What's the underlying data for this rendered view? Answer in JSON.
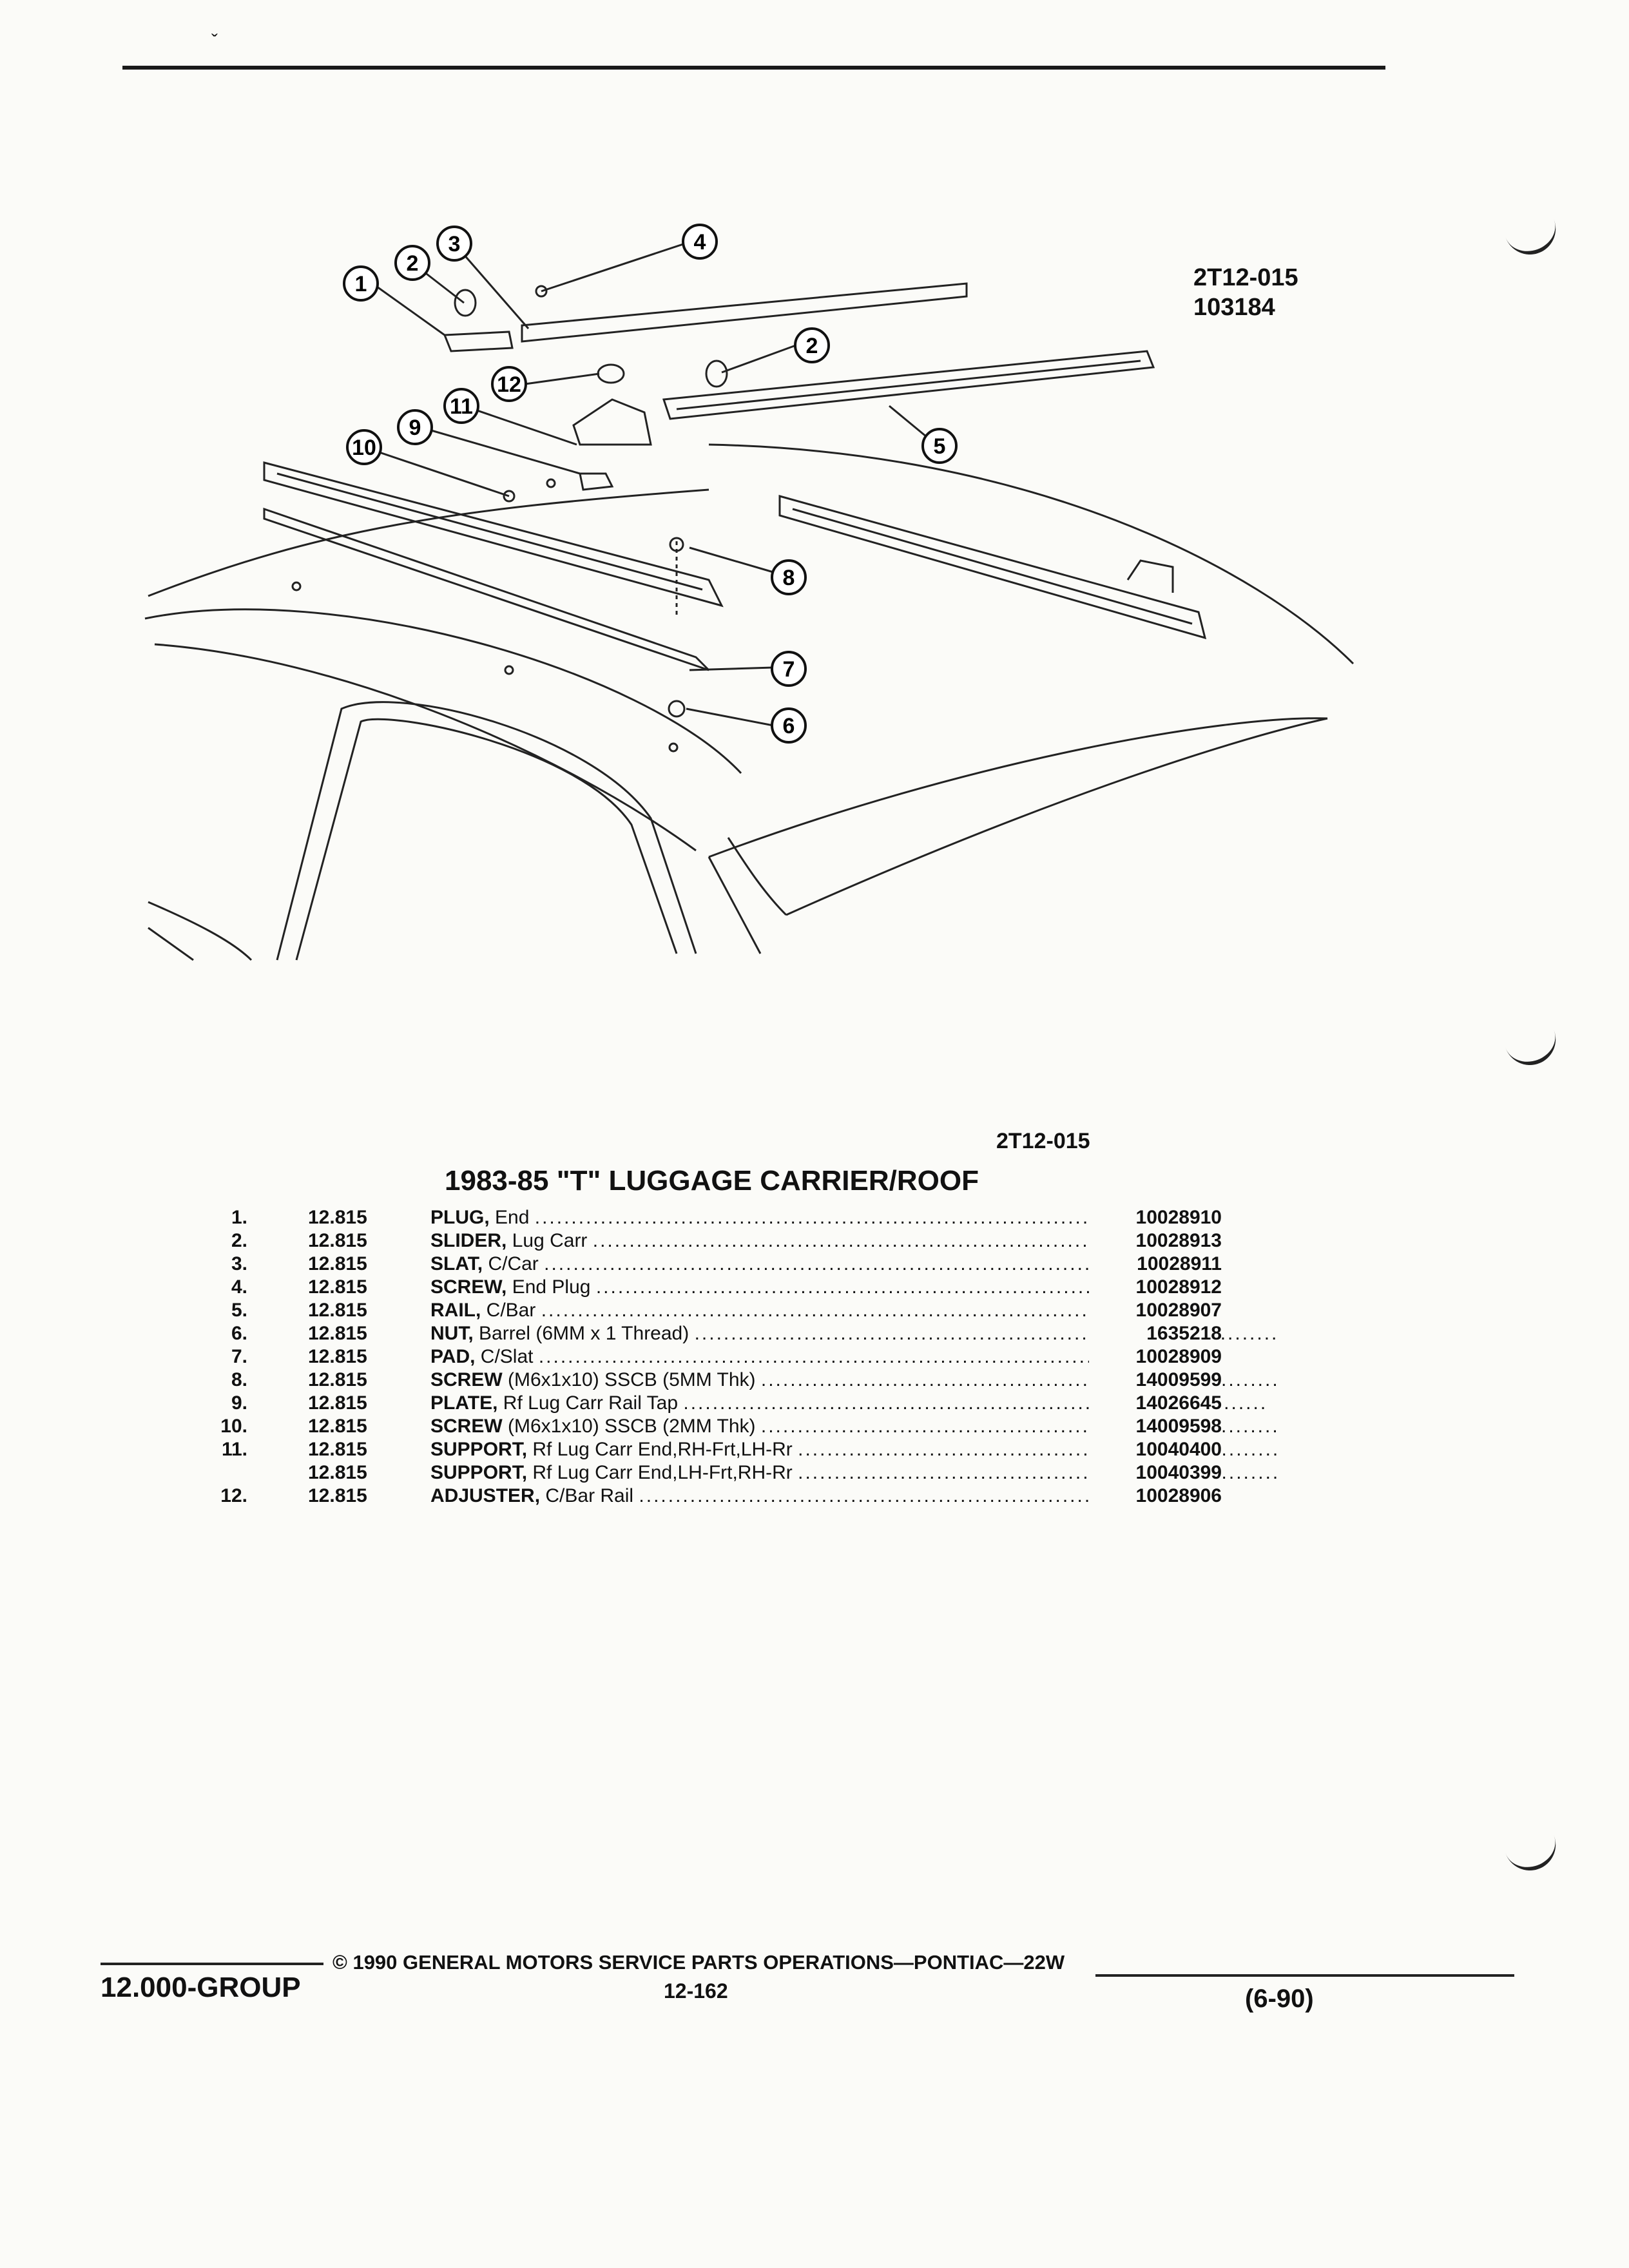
{
  "figure": {
    "code": "2T12-015",
    "date_code": "103184",
    "code_small": "2T12-015"
  },
  "diagram": {
    "callouts": [
      "1",
      "2",
      "3",
      "4",
      "2",
      "5",
      "12",
      "11",
      "9",
      "10",
      "8",
      "7",
      "6"
    ]
  },
  "table": {
    "title": "1983-85 \"T\" LUGGAGE CARRIER/ROOF",
    "rows": [
      {
        "num": "1.",
        "group": "12.815",
        "name": "PLUG,",
        "rest": "End",
        "part": "10028910"
      },
      {
        "num": "2.",
        "group": "12.815",
        "name": "SLIDER,",
        "rest": "Lug Carr",
        "part": "10028913"
      },
      {
        "num": "3.",
        "group": "12.815",
        "name": "SLAT,",
        "rest": "C/Car",
        "part": "10028911"
      },
      {
        "num": "4.",
        "group": "12.815",
        "name": "SCREW,",
        "rest": "End Plug",
        "part": "10028912"
      },
      {
        "num": "5.",
        "group": "12.815",
        "name": "RAIL,",
        "rest": "C/Bar",
        "part": "10028907"
      },
      {
        "num": "6.",
        "group": "12.815",
        "name": "NUT,",
        "rest": "Barrel (6MM x 1 Thread)",
        "part": "1635218"
      },
      {
        "num": "7.",
        "group": "12.815",
        "name": "PAD,",
        "rest": "C/Slat",
        "part": "10028909"
      },
      {
        "num": "8.",
        "group": "12.815",
        "name": "SCREW",
        "rest": "(M6x1x10) SSCB (5MM Thk)",
        "part": "14009599"
      },
      {
        "num": "9.",
        "group": "12.815",
        "name": "PLATE,",
        "rest": "Rf Lug Carr Rail Tap",
        "part": "14026645"
      },
      {
        "num": "10.",
        "group": "12.815",
        "name": "SCREW",
        "rest": "(M6x1x10) SSCB (2MM Thk)",
        "part": "14009598"
      },
      {
        "num": "11.",
        "group": "12.815",
        "name": "SUPPORT,",
        "rest": "Rf Lug Carr End,RH-Frt,LH-Rr",
        "part": "10040400"
      },
      {
        "num": "",
        "group": "12.815",
        "name": "SUPPORT,",
        "rest": "Rf Lug Carr End,LH-Frt,RH-Rr",
        "part": "10040399"
      },
      {
        "num": "12.",
        "group": "12.815",
        "name": "ADJUSTER,",
        "rest": "C/Bar Rail",
        "part": "10028906"
      }
    ]
  },
  "footer": {
    "group": "12.000-GROUP",
    "copyright": "© 1990 GENERAL MOTORS SERVICE PARTS OPERATIONS—PONTIAC—22W",
    "page": "12-162",
    "date": "(6-90)"
  }
}
